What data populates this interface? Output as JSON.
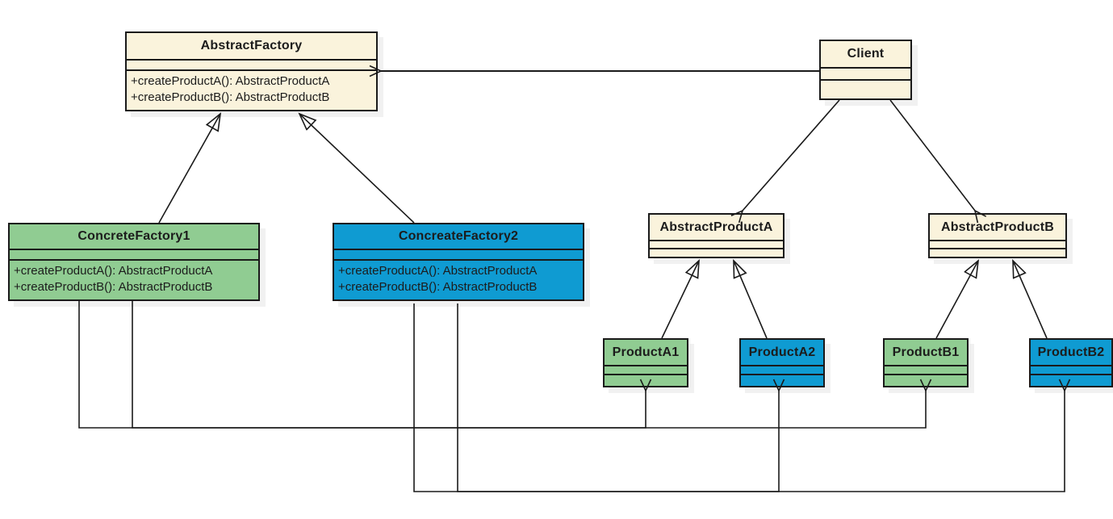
{
  "palette": {
    "cream": "#FAF3DC",
    "green": "#90CC92",
    "blue": "#0F9BD2",
    "line": "#1a1a1a",
    "shadow": "#f1f1f1",
    "background": "#ffffff"
  },
  "classes": [
    {
      "name": "AbstractFactory",
      "fill": "#FAF3DC",
      "methods": [
        "+createProductA(): AbstractProductA",
        "+createProductB(): AbstractProductB"
      ]
    },
    {
      "name": "Client",
      "fill": "#FAF3DC",
      "methods": []
    },
    {
      "name": "ConcreteFactory1",
      "fill": "#90CC92",
      "methods": [
        "+createProductA(): AbstractProductA",
        "+createProductB(): AbstractProductB"
      ]
    },
    {
      "name": "ConcreateFactory2",
      "fill": "#0F9BD2",
      "methods": [
        "+createProductA(): AbstractProductA",
        "+createProductB(): AbstractProductB"
      ]
    },
    {
      "name": "AbstractProductA",
      "fill": "#FAF3DC",
      "methods": []
    },
    {
      "name": "AbstractProductB",
      "fill": "#FAF3DC",
      "methods": []
    },
    {
      "name": "ProductA1",
      "fill": "#90CC92",
      "methods": []
    },
    {
      "name": "ProductA2",
      "fill": "#0F9BD2",
      "methods": []
    },
    {
      "name": "ProductB1",
      "fill": "#90CC92",
      "methods": []
    },
    {
      "name": "ProductB2",
      "fill": "#0F9BD2",
      "methods": []
    }
  ],
  "edges": [
    {
      "type": "dependency-arrow",
      "from": "Client",
      "to": "AbstractFactory"
    },
    {
      "type": "dependency-arrow",
      "from": "Client",
      "to": "AbstractProductA"
    },
    {
      "type": "dependency-arrow",
      "from": "Client",
      "to": "AbstractProductB"
    },
    {
      "type": "generalization",
      "from": "ConcreteFactory1",
      "to": "AbstractFactory"
    },
    {
      "type": "generalization",
      "from": "ConcreateFactory2",
      "to": "AbstractFactory"
    },
    {
      "type": "generalization",
      "from": "ProductA1",
      "to": "AbstractProductA"
    },
    {
      "type": "generalization",
      "from": "ProductA2",
      "to": "AbstractProductA"
    },
    {
      "type": "generalization",
      "from": "ProductB1",
      "to": "AbstractProductB"
    },
    {
      "type": "generalization",
      "from": "ProductB2",
      "to": "AbstractProductB"
    },
    {
      "type": "dependency-arrow",
      "from": "ConcreteFactory1",
      "to": "ProductA1"
    },
    {
      "type": "dependency-arrow",
      "from": "ConcreteFactory1",
      "to": "ProductB1"
    },
    {
      "type": "dependency-arrow",
      "from": "ConcreateFactory2",
      "to": "ProductA2"
    },
    {
      "type": "dependency-arrow",
      "from": "ConcreateFactory2",
      "to": "ProductB2"
    }
  ]
}
